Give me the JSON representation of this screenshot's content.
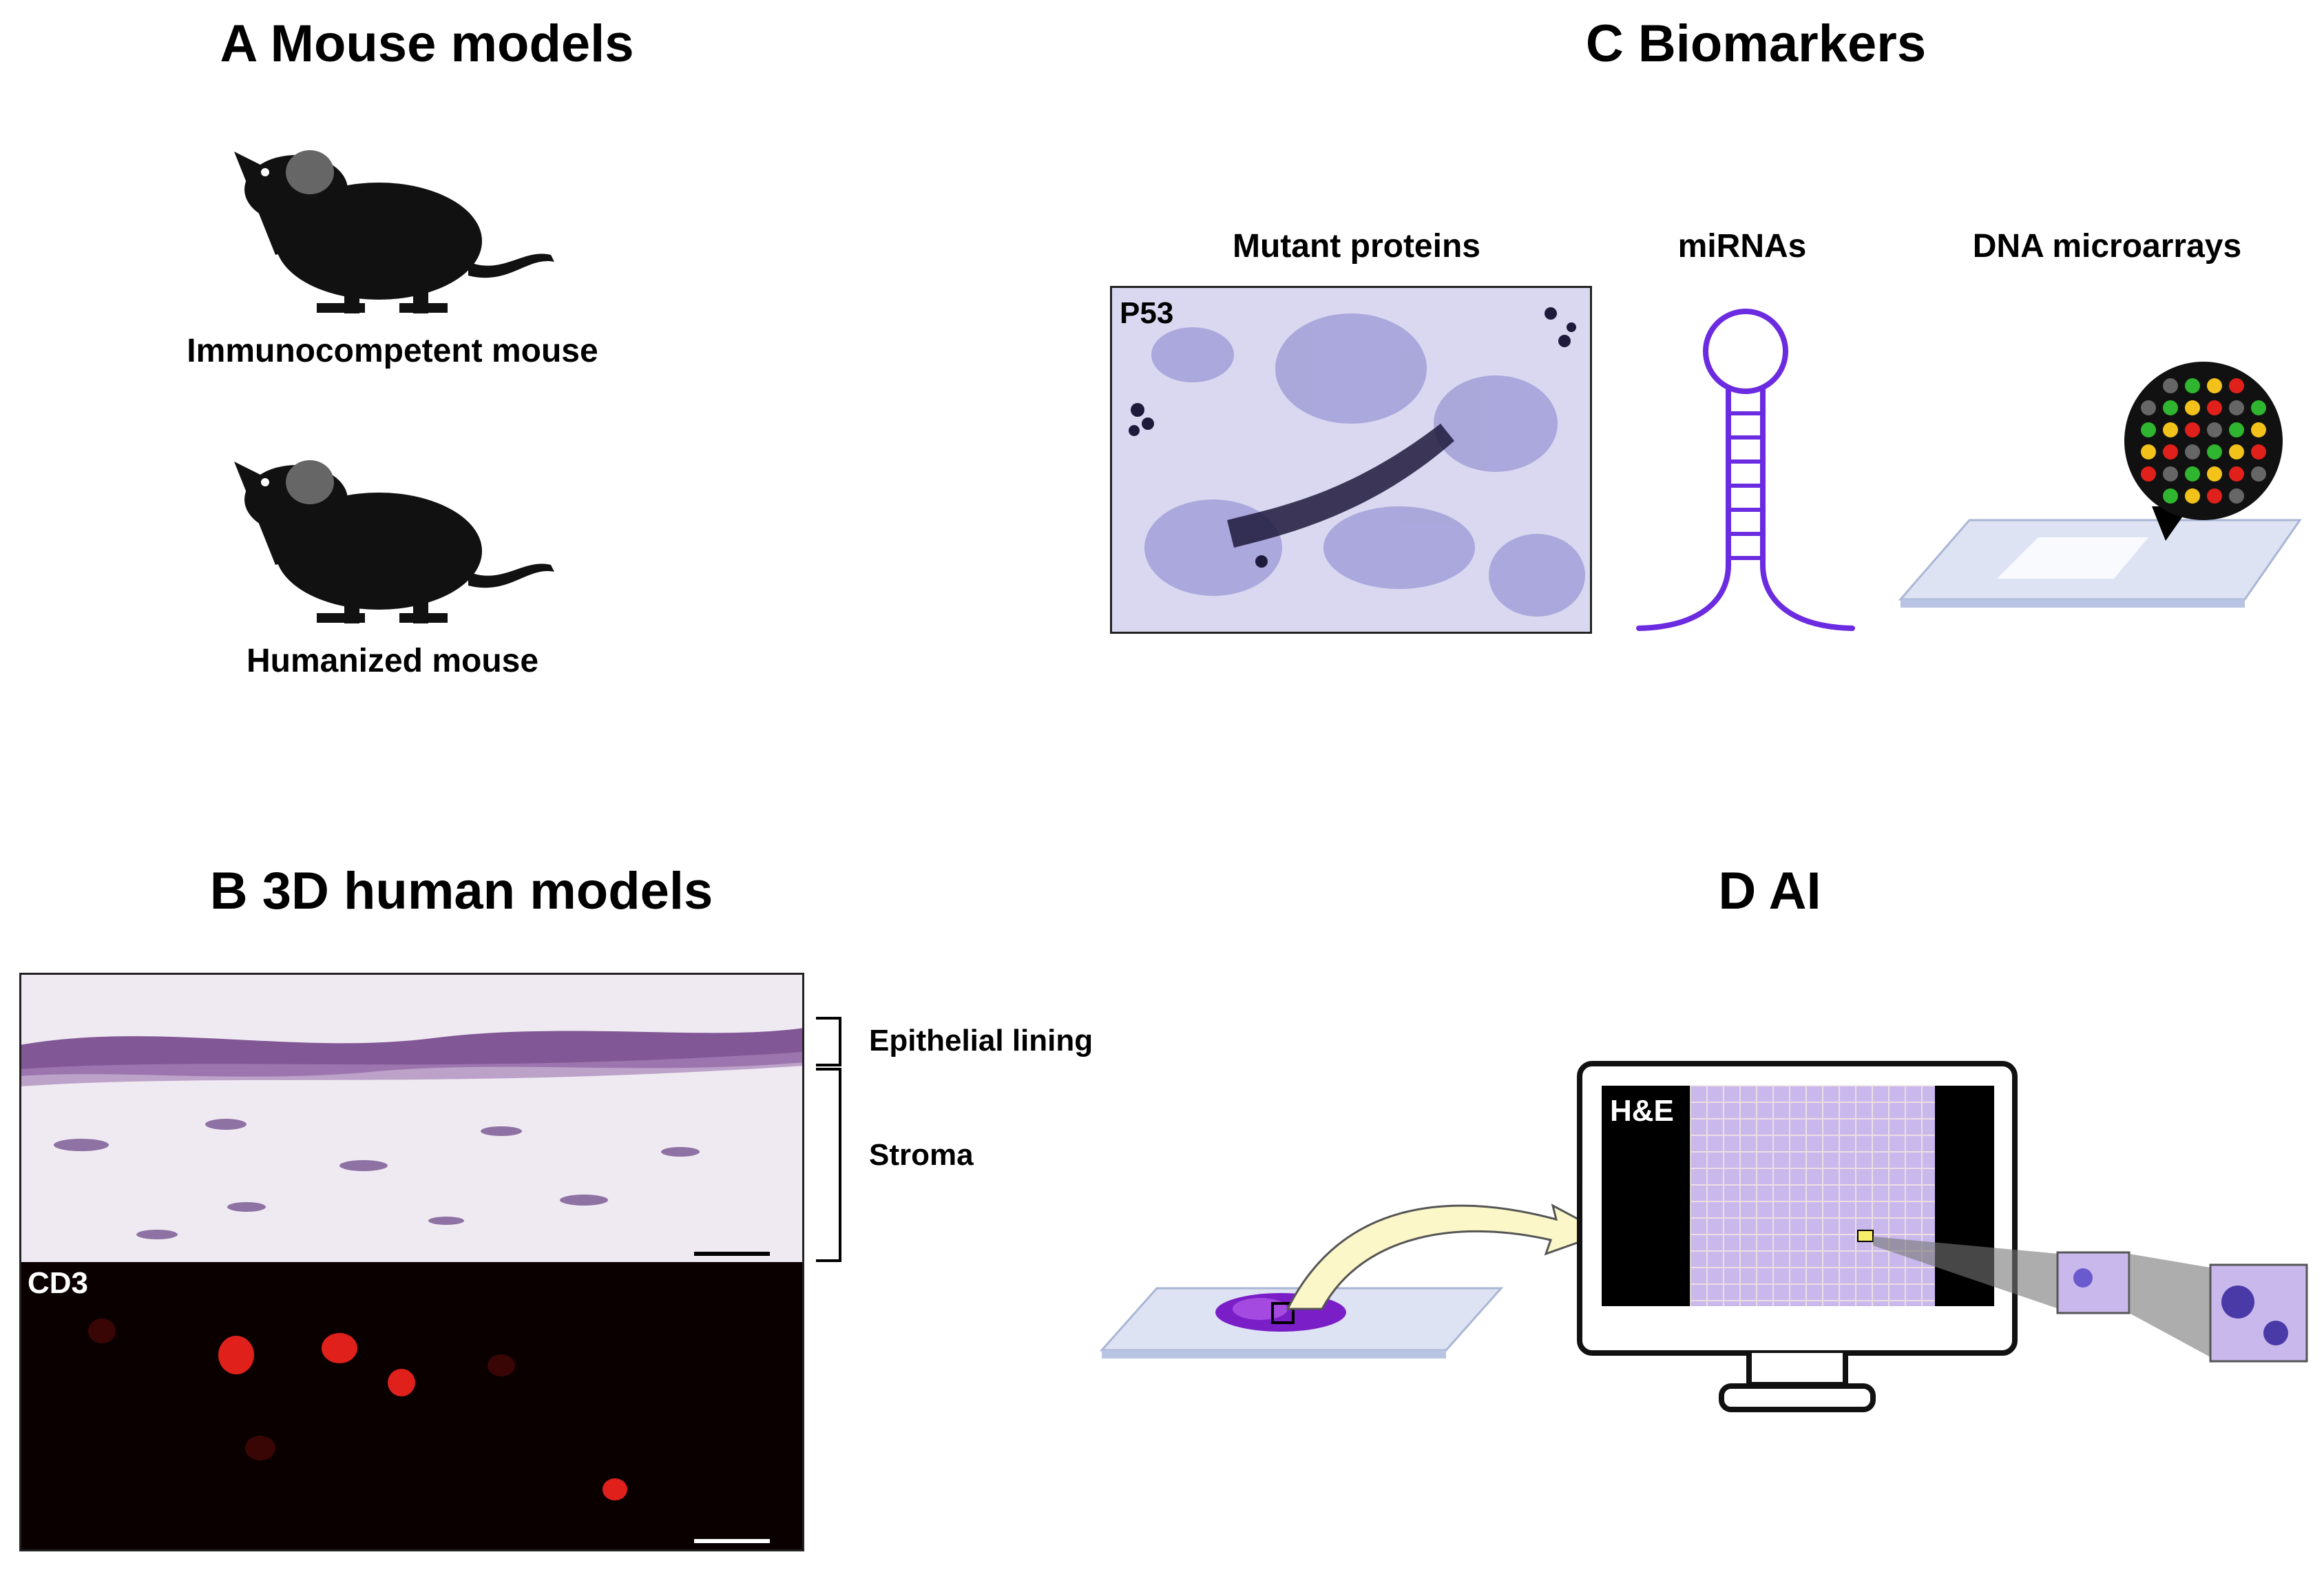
{
  "panels": {
    "a": {
      "title": "A Mouse models",
      "mouse1_label": "Immunocompetent mouse",
      "mouse2_label": "Humanized mouse"
    },
    "b": {
      "title": "B 3D human models",
      "epithelial_label": "Epithelial lining",
      "stroma_label": "Stroma",
      "cd3_label": "CD3"
    },
    "c": {
      "title": "C Biomarkers",
      "proteins_label": "Mutant proteins",
      "p53_label": "P53",
      "mirna_label": "miRNAs",
      "dna_label": "DNA microarrays"
    },
    "d": {
      "title": "D AI",
      "he_label": "H&E"
    }
  },
  "icons": {
    "mouse1": "mouse-silhouette-icon",
    "mouse2": "mouse-silhouette-icon",
    "mirna": "mirna-hairpin-icon",
    "microarray": "microarray-slide-icon",
    "monitor": "monitor-icon"
  },
  "colors": {
    "stain_purple": "#6a5acd",
    "hairpin": "#6b2be0",
    "cd3_red": "#e0201a"
  }
}
